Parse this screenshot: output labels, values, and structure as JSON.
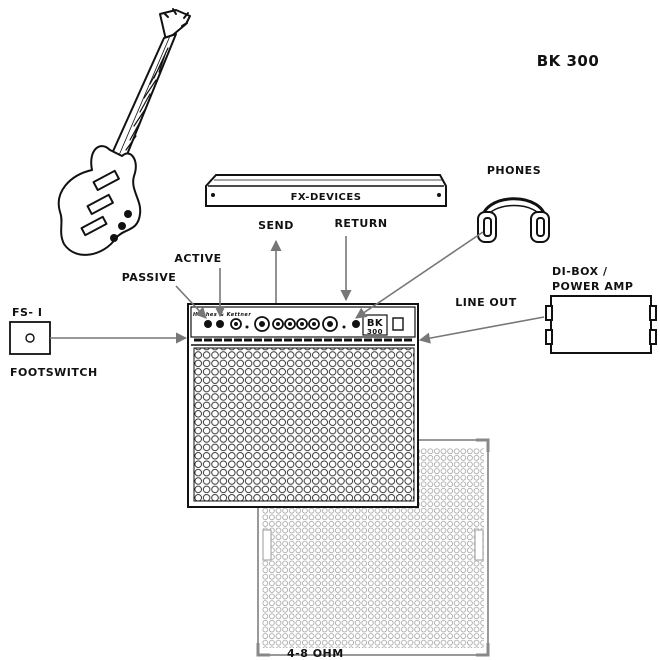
{
  "title": "BK 300",
  "labels": {
    "fx_devices": "FX-DEVICES",
    "send": "SEND",
    "return": "RETURN",
    "phones": "PHONES",
    "active": "ACTIVE",
    "passive": "PASSIVE",
    "line_out": "LINE OUT",
    "di_box_line1": "DI-BOX /",
    "di_box_line2": "POWER AMP",
    "fs1": "FS- I",
    "footswitch": "FOOTSWITCH",
    "ohm": "4-8 OHM"
  },
  "amp": {
    "brand": "Hughes & Kettner",
    "model_top": "BK",
    "model_bottom": "300"
  },
  "colors": {
    "ink": "#111111",
    "arrow": "#777777",
    "cabinet_line": "#999999"
  }
}
